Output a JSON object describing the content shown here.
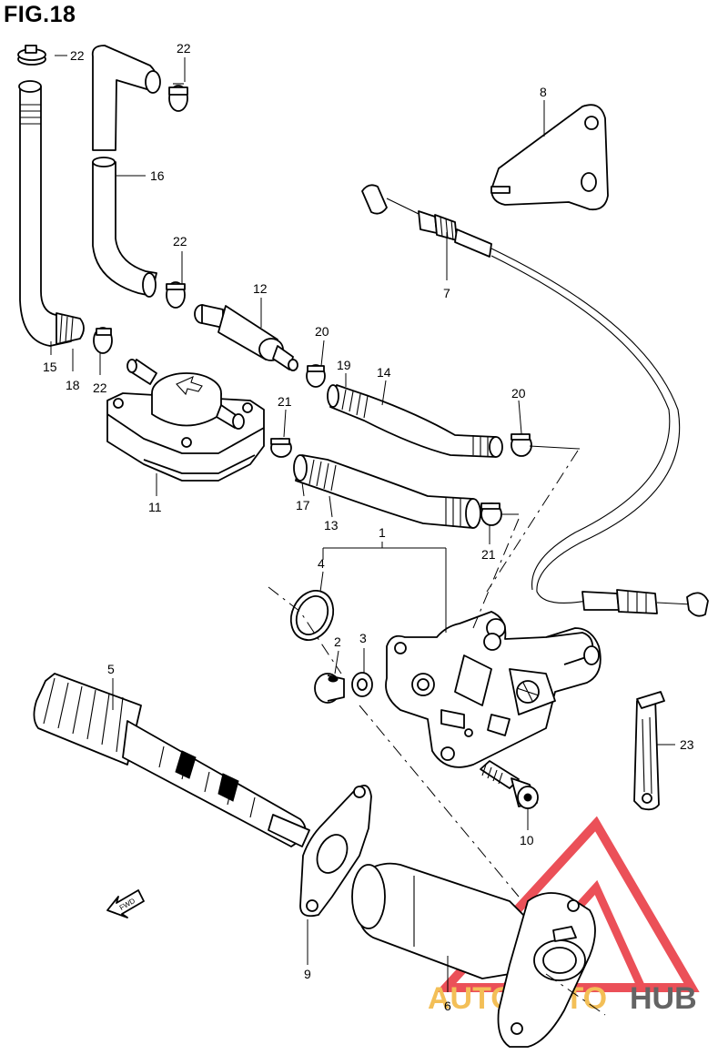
{
  "figure": {
    "title": "FIG.18"
  },
  "labels": {
    "l1": "1",
    "l2": "2",
    "l3": "3",
    "l4": "4",
    "l5": "5",
    "l6": "6",
    "l7": "7",
    "l8": "8",
    "l9": "9",
    "l10": "10",
    "l11": "11",
    "l12": "12",
    "l13": "13",
    "l14": "14",
    "l15": "15",
    "l16": "16",
    "l17": "17",
    "l18": "18",
    "l19": "19",
    "l20a": "20",
    "l20b": "20",
    "l21a": "21",
    "l21b": "21",
    "l22a": "22",
    "l22b": "22",
    "l22c": "22",
    "l22d": "22",
    "l23": "23"
  },
  "fwd_arrow": {
    "text": "FWD"
  },
  "watermark": {
    "part1": "AUTOMOTO",
    "part2": "HUB",
    "color_triangle": "#e8323c",
    "color_part1": "#f2b43a",
    "color_part2": "#4a4a4a"
  }
}
